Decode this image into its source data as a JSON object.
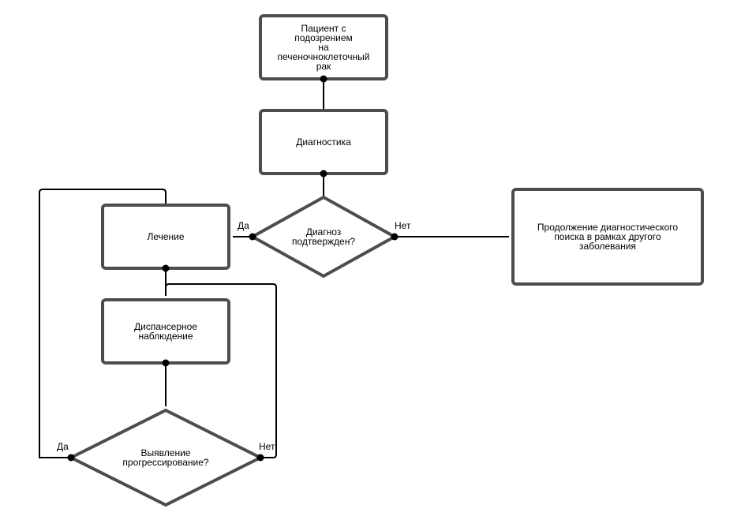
{
  "nodes": {
    "patient": "Пациент с\nподозрением\nна\nпеченочноклеточный\nрак",
    "diagnostics": "Диагностика",
    "diagnosis_confirmed": "Диагноз\nподтвержден?",
    "treatment": "Лечение",
    "other_diagnosis": "Продолжение диагностического\nпоиска в рамках другого\nзаболевания",
    "follow_up": "Диспансерное\nнаблюдение",
    "progression": "Выявление\nпрогрессирование?"
  },
  "edge_labels": {
    "confirmed_yes": "Да",
    "confirmed_no": "Нет",
    "progression_yes": "Да",
    "progression_no": "Нет"
  },
  "colors": {
    "node_border": "#4d4d4d",
    "connector": "#000000"
  }
}
